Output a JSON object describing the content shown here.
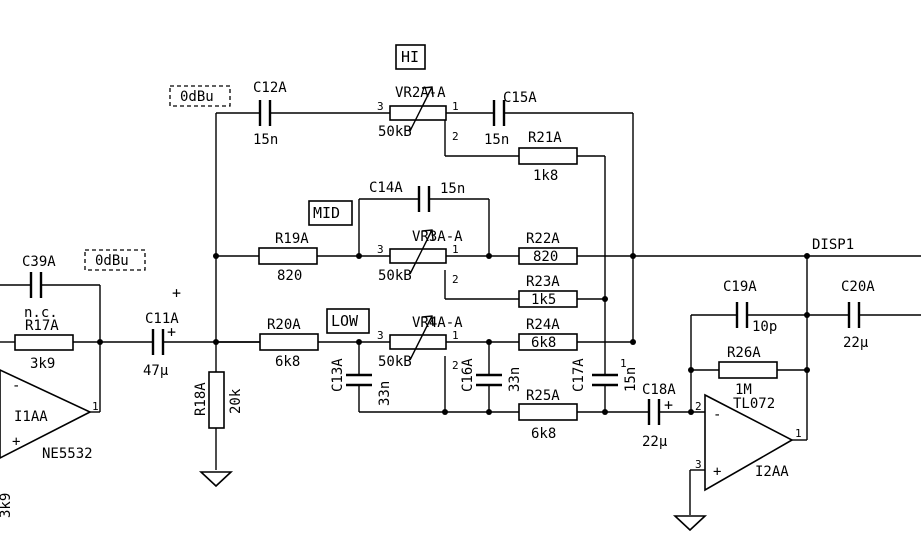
{
  "net_labels": {
    "disp": "DISP1",
    "level_left": "0dBu",
    "level_top": "0dBu"
  },
  "bands": {
    "hi": "HI",
    "mid": "MID",
    "low": "LOW"
  },
  "capacitors": {
    "c12": {
      "ref": "C12A",
      "value": "15n"
    },
    "c15": {
      "ref": "C15A",
      "value": "15n"
    },
    "c14": {
      "ref": "C14A",
      "value": "15n"
    },
    "c39": {
      "ref": "C39A",
      "value": "n.c."
    },
    "c11": {
      "ref": "C11A",
      "value": "47µ",
      "pol": "+"
    },
    "c13": {
      "ref": "C13A",
      "value": "33n"
    },
    "c16": {
      "ref": "C16A",
      "value": "33n"
    },
    "c17": {
      "ref": "C17A",
      "value": "15n"
    },
    "c18": {
      "ref": "C18A",
      "value": "22µ",
      "pol": "+"
    },
    "c19": {
      "ref": "C19A",
      "value": "10p"
    },
    "c20": {
      "ref": "C20A",
      "value": "22µ"
    }
  },
  "resistors": {
    "r17": {
      "ref": "R17A",
      "value": "3k9"
    },
    "r18": {
      "ref": "R18A",
      "value": "20k"
    },
    "r19": {
      "ref": "R19A",
      "value": "820"
    },
    "r20": {
      "ref": "R20A",
      "value": "6k8"
    },
    "r21": {
      "ref": "R21A",
      "value": "1k8"
    },
    "r22": {
      "ref": "R22A",
      "value": "820"
    },
    "r23": {
      "ref": "R23A",
      "value": "1k5"
    },
    "r24": {
      "ref": "R24A",
      "value": "6k8"
    },
    "r25": {
      "ref": "R25A",
      "value": "6k8"
    },
    "r26": {
      "ref": "R26A",
      "value": "1M"
    },
    "cut_left": "3k9"
  },
  "pots": {
    "vr2": {
      "ref": "VR2A-A",
      "value": "50kB",
      "pin_ccw": "3",
      "pin_cw": "1",
      "pin_wiper": "2"
    },
    "vr3": {
      "ref": "VR3A-A",
      "value": "50kB",
      "pin_ccw": "3",
      "pin_cw": "1",
      "pin_wiper": "2"
    },
    "vr4": {
      "ref": "VR4A-A",
      "value": "50kB",
      "pin_ccw": "3",
      "pin_cw": "1",
      "pin_wiper": "2"
    }
  },
  "opamps": {
    "i1": {
      "ref": "I1AA",
      "part": "NE5532",
      "minus": "-",
      "plus": "+",
      "pin_out": "1"
    },
    "i2": {
      "ref": "I2AA",
      "part": "TL072",
      "minus": "-",
      "plus": "+",
      "pin_minus": "2",
      "pin_plus": "3",
      "pin_out": "1"
    }
  },
  "misc": {
    "plus_mark": "+",
    "c17_pin": "1"
  }
}
